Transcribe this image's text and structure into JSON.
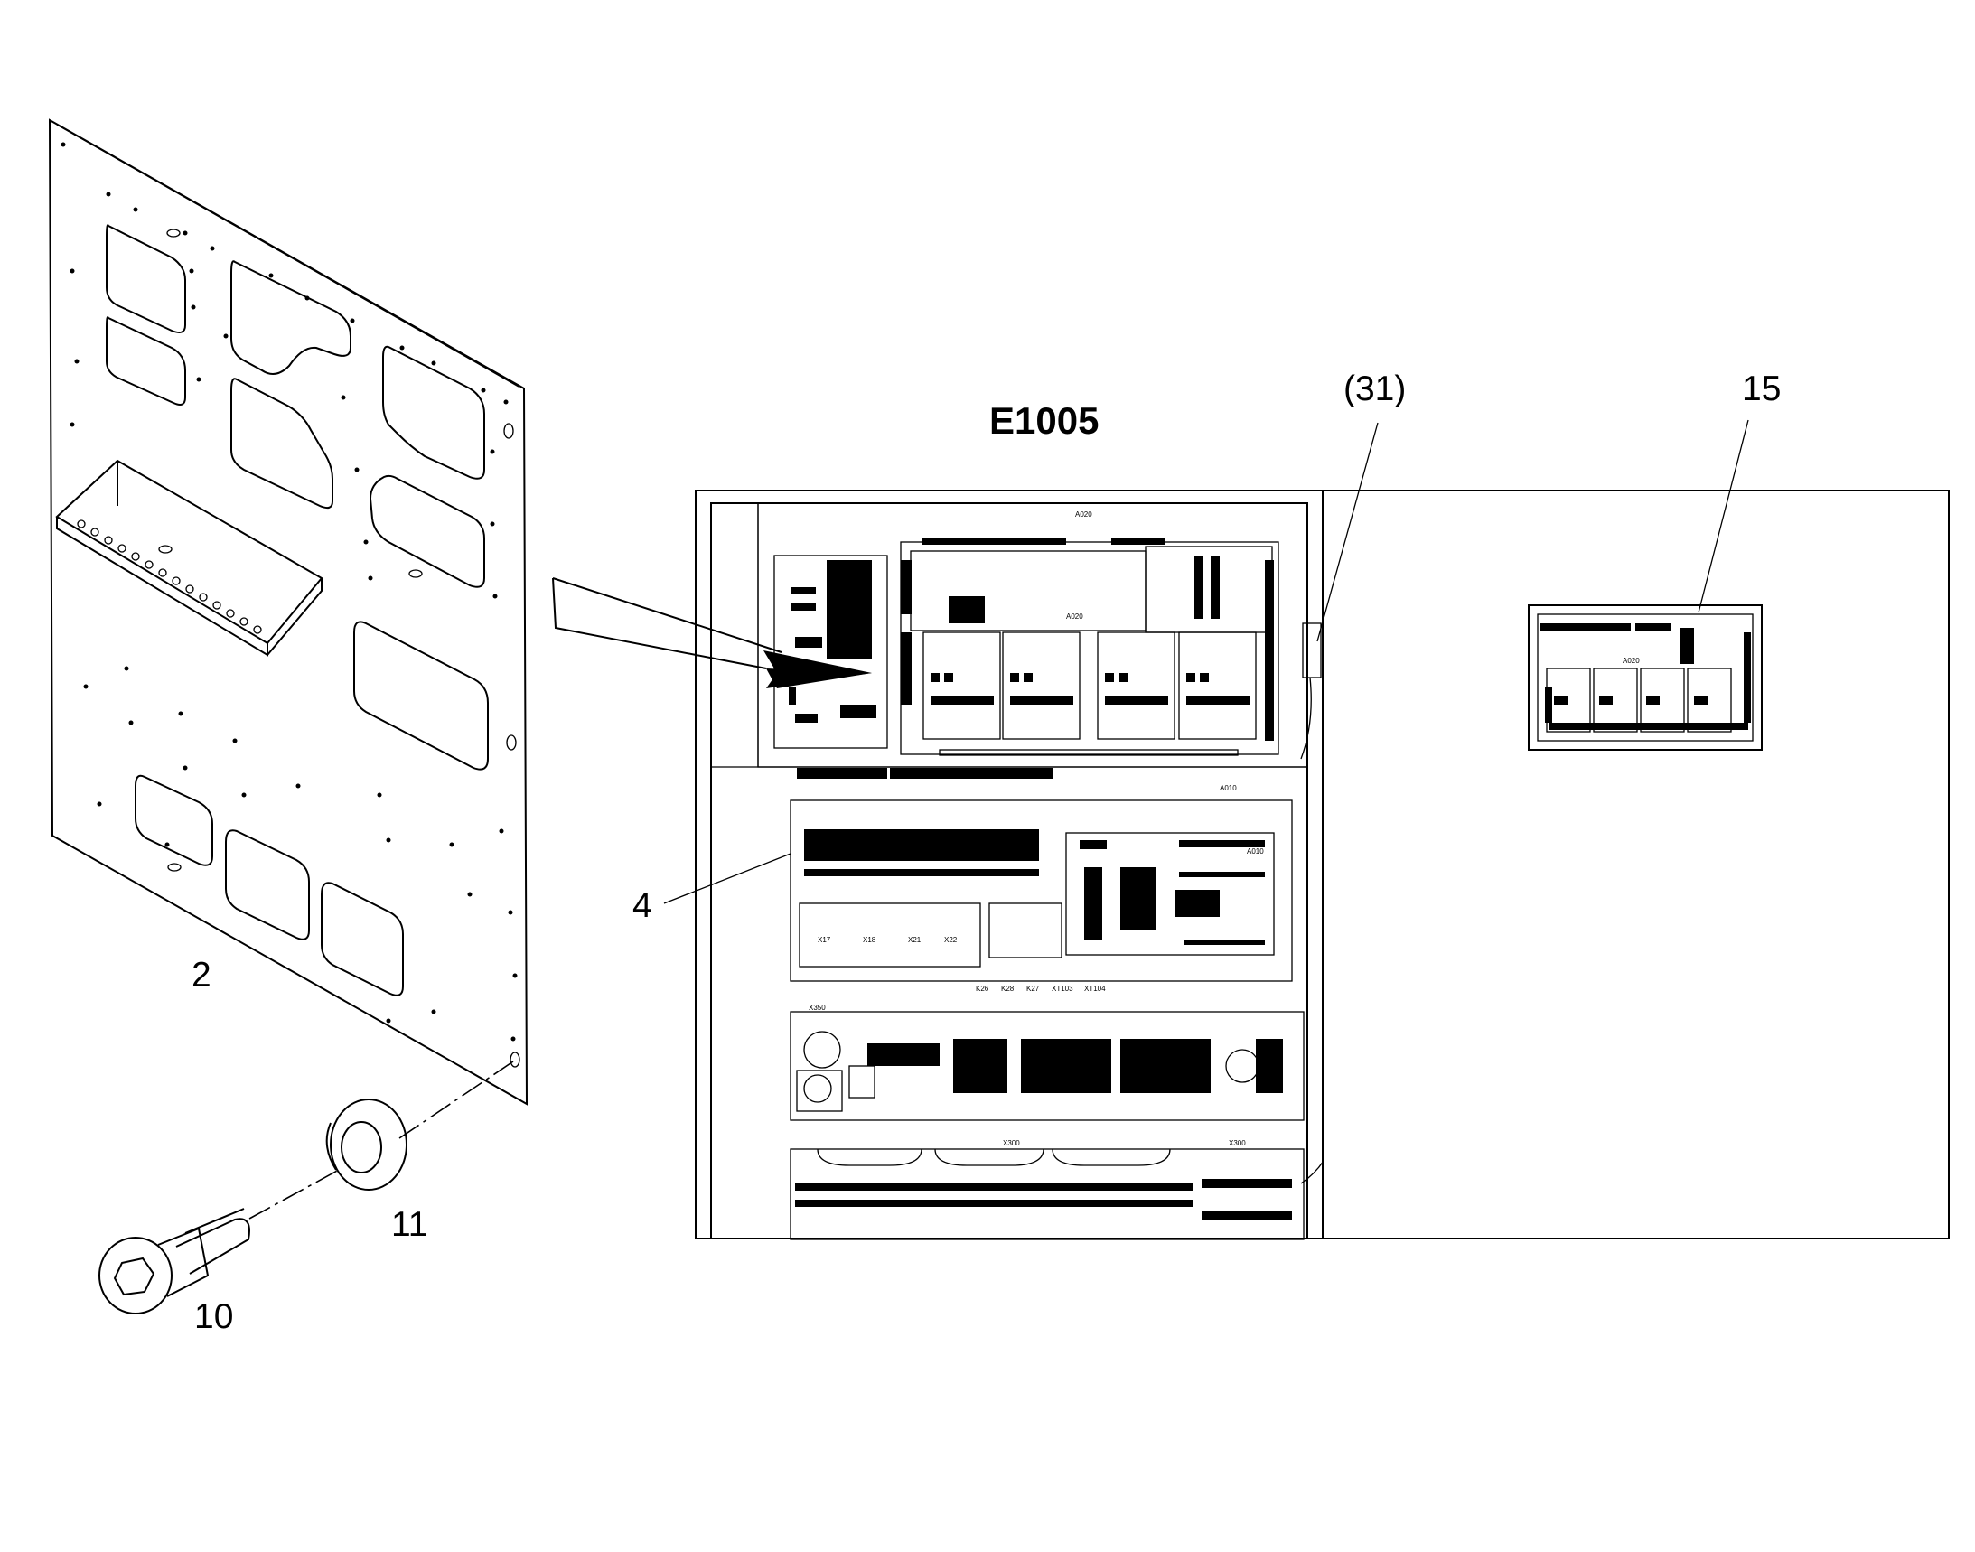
{
  "diagram": {
    "title": "E1005",
    "callouts": {
      "panel": "2",
      "washer": "11",
      "screw": "10",
      "relay_board": "4",
      "cable_ref": "(31)",
      "board_location": "15"
    },
    "component_labels": {
      "a020_top": "A020",
      "a020_board": "A020",
      "a010_board": "A010",
      "x300": "X300",
      "x300_lower": "X300",
      "x350": "X350",
      "a020_small": "A020"
    },
    "module_labels": [
      "X17",
      "X18",
      "X21",
      "X22"
    ],
    "strip_labels": [
      "K26",
      "K28",
      "K27",
      "XT103",
      "XT104"
    ]
  }
}
